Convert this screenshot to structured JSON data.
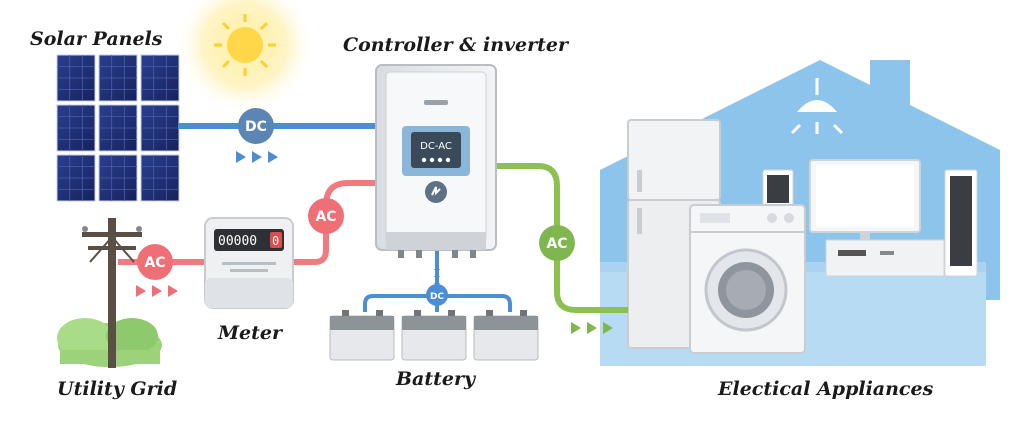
{
  "labels": {
    "solar_panels": "Solar Panels",
    "controller": "Controller & inverter",
    "meter": "Meter",
    "utility_grid": "Utility Grid",
    "battery": "Battery",
    "appliances": "Electical Appliances"
  },
  "badges": {
    "dc_panels": "DC",
    "ac_meter": "AC",
    "ac_controller": "AC",
    "ac_appliances": "AC",
    "dc_battery": "DC"
  },
  "inverter_screen": "DC-AC",
  "meter_digits": "00000",
  "meter_last_digit": "0",
  "colors": {
    "dc_line": "#4a8fd6",
    "ac_grid_line": "#f07a80",
    "ac_out_line": "#8cc152",
    "badge_dc": "#5b86b3",
    "badge_ac_red": "#ef6f77",
    "badge_ac_green": "#7fb650",
    "house": "#8cc4ec",
    "sun": "#ffd84a"
  },
  "icons": [
    "sun-icon",
    "solar-panel-icon",
    "utility-pole-icon",
    "meter-icon",
    "inverter-icon",
    "battery-icon",
    "house-icon",
    "fridge-icon",
    "washing-machine-icon",
    "tv-icon",
    "speaker-icon",
    "ceiling-lamp-icon",
    "tree-icon"
  ]
}
